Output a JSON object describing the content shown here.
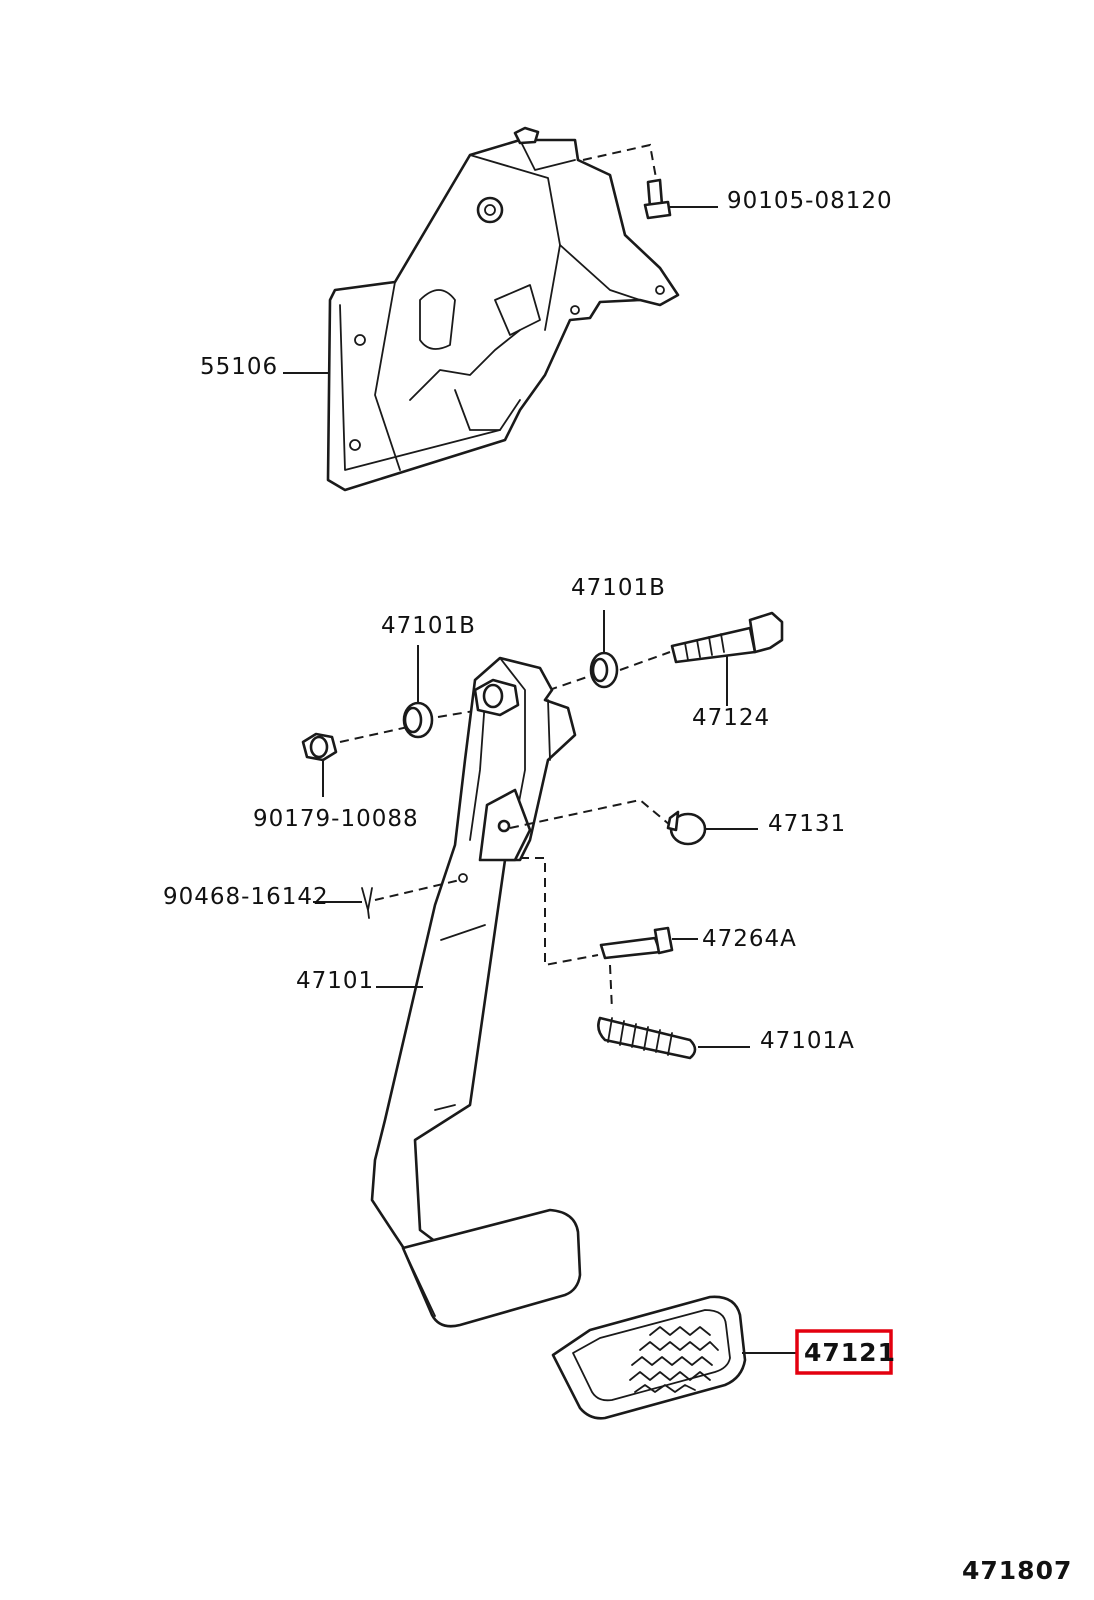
{
  "diagram": {
    "callouts": {
      "bolt_top": "90105-08120",
      "bracket": "55106",
      "bushing_left": "47101B",
      "bushing_right": "47101B",
      "bolt_pivot": "47124",
      "nut": "90179-10088",
      "stopper": "47131",
      "clip": "90468-16142",
      "pin": "47264A",
      "pedal_arm": "47101",
      "spring": "47101A",
      "pedal_pad": "47121"
    },
    "figure_number": "471807",
    "highlight_color": "#e3000f"
  }
}
